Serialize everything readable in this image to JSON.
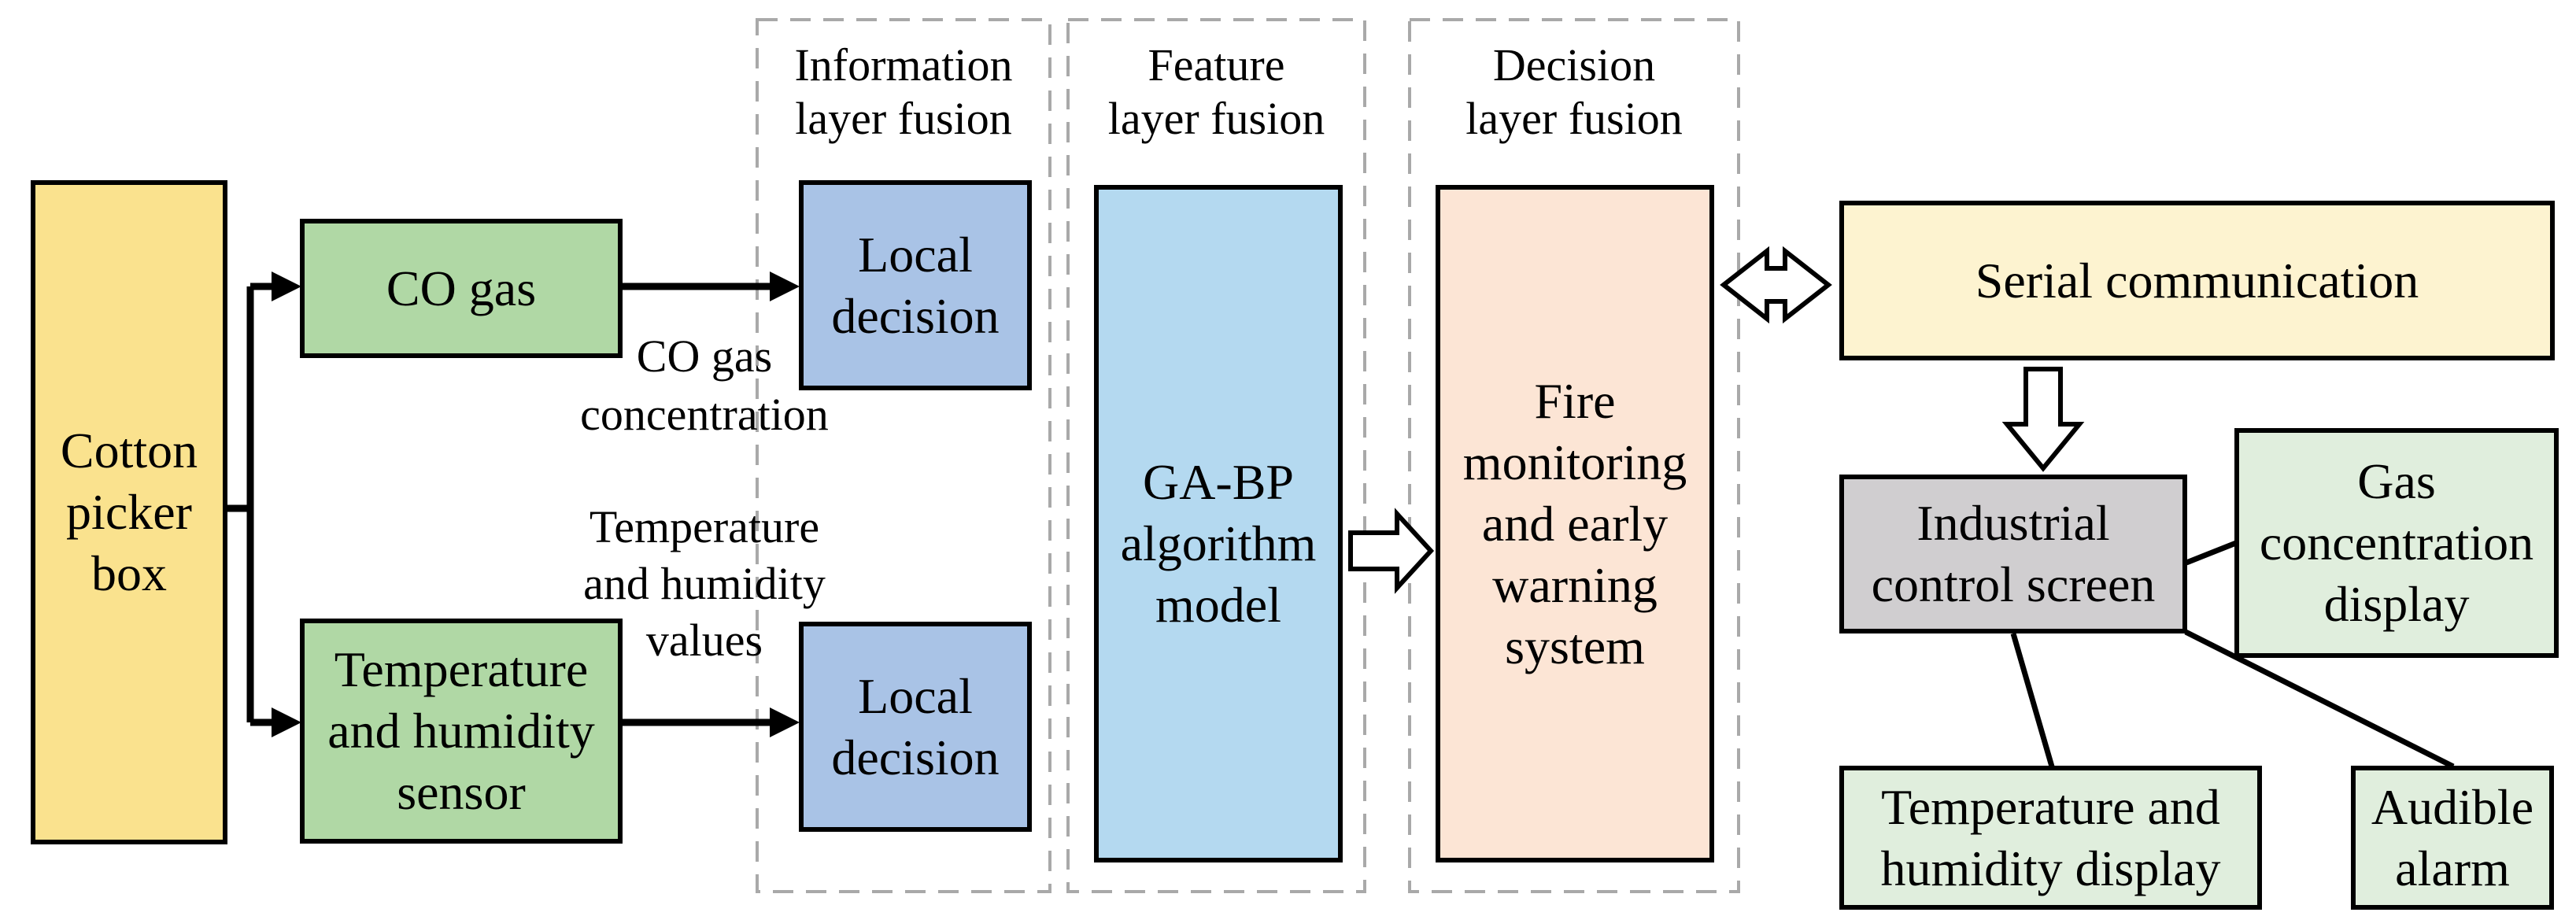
{
  "diagram": {
    "containers": [
      {
        "id": "information",
        "title": "Information\nlayer fusion"
      },
      {
        "id": "feature",
        "title": "Feature\nlayer fusion"
      },
      {
        "id": "decision",
        "title": "Decision\nlayer fusion"
      }
    ],
    "nodes": {
      "cotton_picker_box": {
        "label": "Cotton\npicker\nbox",
        "fill": "#fae28e"
      },
      "co_gas": {
        "label": "CO gas",
        "fill": "#b0d8a5"
      },
      "temp_humidity_sensor": {
        "label": "Temperature\nand humidity\nsensor",
        "fill": "#b0d8a5"
      },
      "local_decision_1": {
        "label": "Local\ndecision",
        "fill": "#a9c3e6"
      },
      "local_decision_2": {
        "label": "Local\ndecision",
        "fill": "#a9c3e6"
      },
      "ga_bp_model": {
        "label": "GA-BP\nalgorithm\nmodel",
        "fill": "#b4d9f0"
      },
      "fire_system": {
        "label": "Fire\nmonitoring\nand early\nwarning\nsystem",
        "fill": "#fce5d5"
      },
      "serial_communication": {
        "label": "Serial communication",
        "fill": "#fdf3d0"
      },
      "industrial_control_screen": {
        "label": "Industrial\ncontrol screen",
        "fill": "#d0ced0"
      },
      "gas_concentration_display": {
        "label": "Gas\nconcentration\ndisplay",
        "fill": "#e0eedd"
      },
      "temp_humidity_display": {
        "label": "Temperature and\nhumidity display",
        "fill": "#e0eedd"
      },
      "audible_alarm": {
        "label": "Audible\nalarm",
        "fill": "#e0eedd"
      }
    },
    "edge_labels": {
      "co_gas_concentration": "CO gas\nconcentration",
      "temp_humidity_values": "Temperature\nand humidity\nvalues"
    },
    "colors": {
      "box_border": "#000000",
      "dashed_border": "#a9a9a9",
      "arrow": "#000000",
      "background": "#ffffff"
    }
  }
}
